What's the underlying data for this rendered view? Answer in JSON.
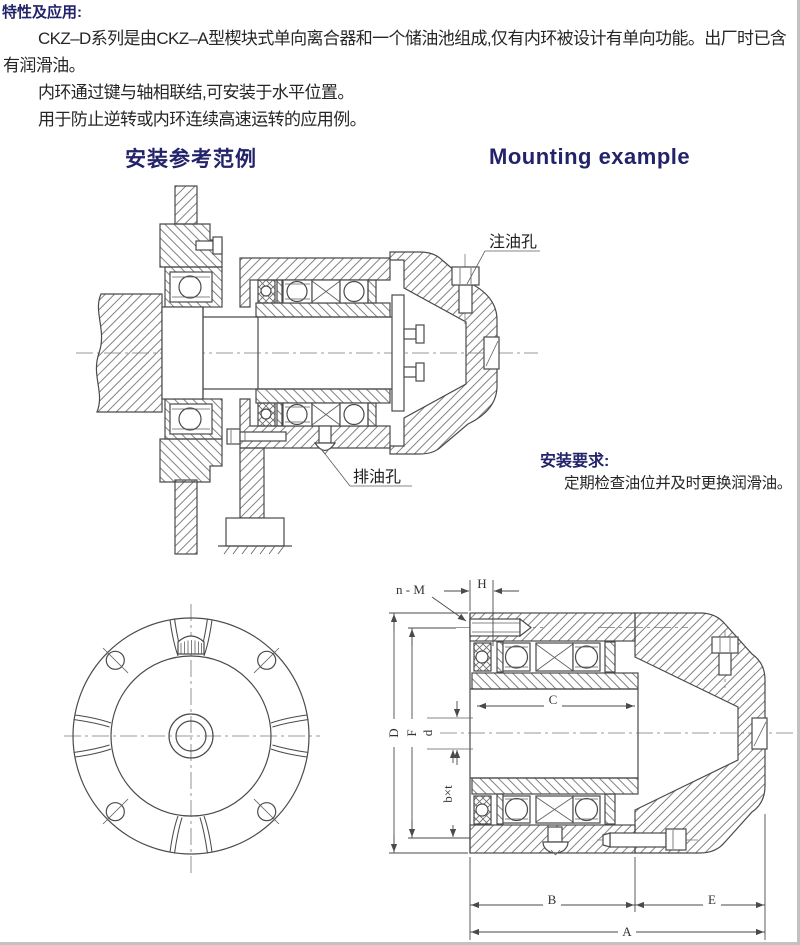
{
  "header": {
    "title": "特性及应用:"
  },
  "intro": {
    "p1": "CKZ–D系列是由CKZ–A型楔块式单向离合器和一个储油池组成,仅有内环被设计有单向功能。出厂时已含有润滑油。",
    "p2": "内环通过键与轴相联结,可安装于水平位置。",
    "p3": "用于防止逆转或内环连续高速运转的应用例。"
  },
  "section": {
    "zh": "安装参考范例",
    "en": "Mounting example"
  },
  "mounting": {
    "oil_fill_label": "注油孔",
    "oil_drain_label": "排油孔"
  },
  "requirements": {
    "title": "安装要求:",
    "body": "定期检查油位并及时更换润滑油。"
  },
  "dims": {
    "nM": "n - M",
    "H": "H",
    "C": "C",
    "D": "D",
    "F": "F",
    "d": "d",
    "bxt": "b×t",
    "B": "B",
    "E": "E",
    "A": "A"
  },
  "colors": {
    "navy": "#23236b",
    "ink": "#262626",
    "line": "#4a4a4a"
  }
}
